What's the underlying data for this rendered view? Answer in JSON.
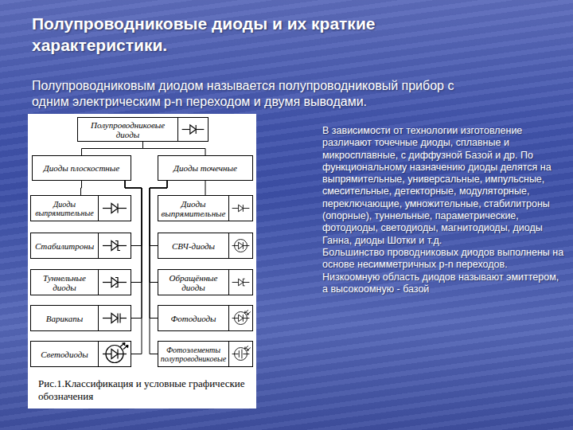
{
  "diagram": {
    "title": "Полупроводниковые диоды и их краткие характеристики.",
    "caption": "Рис.1.Классификация и условные графические обозначения",
    "nodes": [
      {
        "text": [
          "Полупроводниковые диоды"
        ]
      },
      {
        "text": [
          "Диоды плоскостные"
        ]
      },
      {
        "text": [
          "Диоды точечные"
        ]
      },
      {
        "text": [
          "Диоды выпрямительные"
        ]
      },
      {
        "text": [
          "Стабилитроны"
        ]
      },
      {
        "text": [
          "Туннельные диоды"
        ]
      },
      {
        "text": [
          "Варикапы"
        ]
      },
      {
        "text": [
          "Светодиоды"
        ]
      },
      {
        "text": [
          "Диоды выпрямительные"
        ]
      },
      {
        "text": [
          "СВЧ-диоды"
        ]
      },
      {
        "text": [
          "Обращённые диоды"
        ]
      },
      {
        "text": [
          "Фотодиоды"
        ]
      },
      {
        "text": [
          "Фотоэлементы полупроводниковые"
        ]
      }
    ],
    "edges": [
      {
        "from": 0,
        "to": 1,
        "arrow": "none"
      },
      {
        "from": 0,
        "to": 2,
        "arrow": "none"
      },
      {
        "from": 1,
        "to": 3,
        "arrow": "none"
      },
      {
        "from": 1,
        "to": 4,
        "arrow": "none"
      },
      {
        "from": 1,
        "to": 5,
        "arrow": "none"
      },
      {
        "from": 1,
        "to": 6,
        "arrow": "none"
      },
      {
        "from": 1,
        "to": 7,
        "arrow": "none"
      },
      {
        "from": 2,
        "to": 8,
        "arrow": "none"
      },
      {
        "from": 2,
        "to": 9,
        "arrow": "none"
      },
      {
        "from": 2,
        "to": 10,
        "arrow": "none"
      },
      {
        "from": 2,
        "to": 11,
        "arrow": "none"
      },
      {
        "from": 2,
        "to": 12,
        "arrow": "none"
      }
    ],
    "labels": [
      "Полупроводниковым диодом называется полупроводниковый прибор с одним электрическим p-n переходом и двумя выводами.",
      "В зависимости от технологии изготовление различают точечные диоды, сплавные и микросплавные, с диффузной Базой и др. По функциональному назначению диоды делятся на выпрямительные, универсальные, импульсные, смесительные, детекторные, модуляторные, переключающие, умножительные, стабилитроны (опорные), туннельные, параметрические, фотодиоды, светодиоды, магнитодиоды, диоды Ганна, диоды Шотки и т.д.",
      "Большинство проводниковых диодов выполнены на основе несимметричных p-n переходов. Низкоомную область диодов называют эмиттером, а высокоомную - базой"
    ]
  }
}
